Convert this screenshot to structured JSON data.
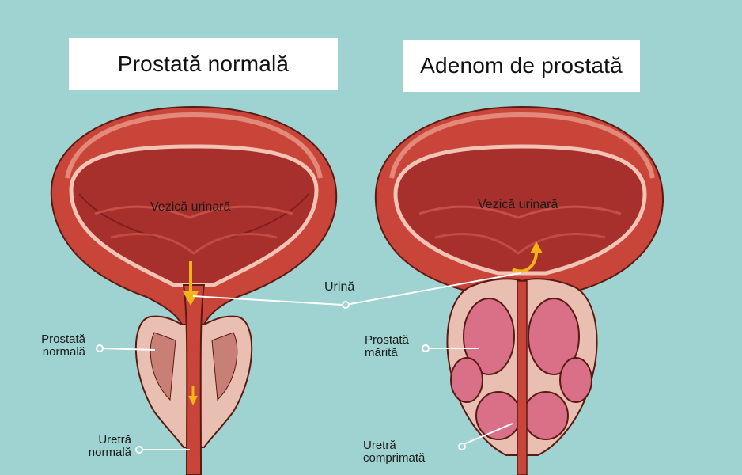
{
  "titles": {
    "normal": "Prostată normală",
    "adenoma": "Adenom de prostată"
  },
  "labels": {
    "bladder_left": "Vezică urinară",
    "bladder_right": "Vezică urinară",
    "urine": "Urină",
    "prostate_normal_1": "Prostată",
    "prostate_normal_2": "normală",
    "prostate_enlarged_1": "Prostată",
    "prostate_enlarged_2": "mărită",
    "urethra_normal_1": "Uretră",
    "urethra_normal_2": "normală",
    "urethra_compressed_1": "Uretră",
    "urethra_compressed_2": "comprimată"
  },
  "colors": {
    "background": "#9fd3d2",
    "bladder_outer": "#c9453a",
    "bladder_inner": "#a8302c",
    "prostate": "#e9bfb2",
    "lobe": "#d97087",
    "arrow": "#f2b416"
  }
}
